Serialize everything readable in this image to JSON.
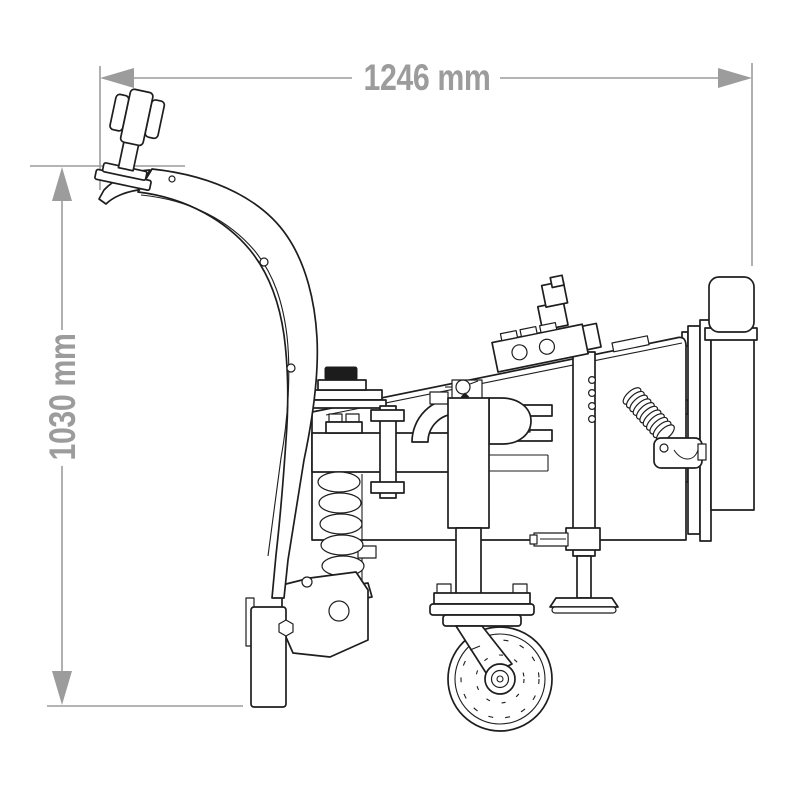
{
  "page": {
    "background": "#ffffff"
  },
  "drawing": {
    "type": "technical-line-drawing",
    "subject": "side view of a spring-loaded dozer/snow plow blade with caster wheel and parking stand",
    "line_color": "#1e1e1e",
    "dimension_color": "#9c9c9c",
    "dimensions": {
      "width": {
        "value": 1246,
        "unit": "mm",
        "label": "1246 mm",
        "orientation": "horizontal"
      },
      "height": {
        "value": 1030,
        "unit": "mm",
        "label": "1030 mm",
        "orientation": "vertical"
      }
    },
    "components": [
      "marker-knob",
      "moldboard-blade",
      "blade-holes",
      "pivot-stack",
      "cross-beam",
      "link-bar",
      "trip-spring",
      "trip-bracket",
      "rubber-cutting-edge",
      "hydraulic-cylinder",
      "valve-block",
      "receiver-bars",
      "caster-swivel",
      "caster-wheel",
      "support-leg",
      "foot-plate",
      "leg-clamp",
      "tension-spring",
      "hook-bracket",
      "mounting-plate",
      "top-block"
    ]
  }
}
